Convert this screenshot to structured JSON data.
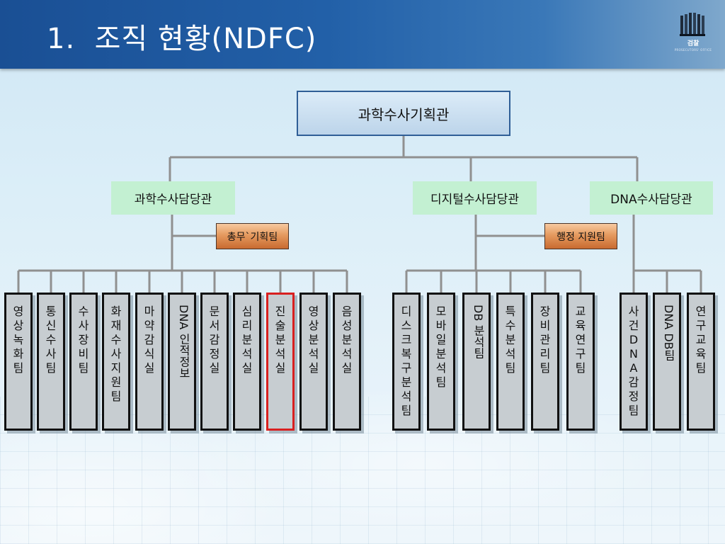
{
  "slide": {
    "title": "1.  조직 현황(NDFC)"
  },
  "logo": {
    "icon": "prosecution-logo-icon",
    "text": "검찰",
    "subtext": "PROSECUTORS' OFFICE"
  },
  "colors": {
    "header": "#2260a8",
    "mid_box": "#c3f0d2",
    "staff_box": "#e59a5f",
    "selected_border": "#d82020"
  },
  "org_chart": {
    "top": "과학수사기획관",
    "divisions": [
      {
        "name": "과학수사담당관",
        "staff": "총무`기획팀",
        "units": [
          "영상녹화팀",
          "통신수사팀",
          "수사장비팀",
          "화재수사 지원팀",
          "마약감식실",
          "DNA 인적정보",
          "문서감정실",
          "심리분석실",
          "진술분석실",
          "영상분석실",
          "음성분석실"
        ]
      },
      {
        "name": "디지털수사담당관",
        "staff": "행정 지원팀",
        "units": [
          "디스크복구분석팀",
          "모바일분석팀",
          "DB 분석팀",
          "특수분석팀",
          "장비관리팀",
          "교육연구팀"
        ]
      },
      {
        "name": "DNA수사담당관",
        "units": [
          "사건DNA감정팀",
          "DNA DB팀",
          "연구교육팀"
        ]
      }
    ],
    "selected_unit": "진술분석실"
  }
}
